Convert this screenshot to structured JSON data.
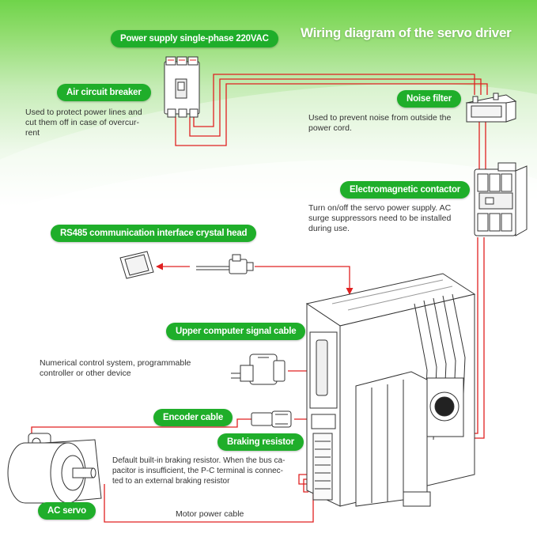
{
  "title": "Wiring diagram of the servo driver",
  "labels": {
    "power_supply": "Power supply single-phase 220VAC",
    "air_breaker": "Air circuit breaker",
    "noise_filter": "Noise filter",
    "contactor": "Electromagnetic contactor",
    "rs485": "RS485 communication interface crystal head",
    "upper_cable": "Upper computer signal cable",
    "encoder_cable": "Encoder cable",
    "braking_resistor": "Braking resistor",
    "ac_servo": "AC servo"
  },
  "descriptions": {
    "air_breaker": [
      "Used to protect power lines and",
      "cut them off in case of overcur-",
      "rent"
    ],
    "noise_filter": [
      "Used to prevent noise from outside the",
      "power cord."
    ],
    "contactor": [
      "Turn on/off the servo power supply. AC",
      "surge suppressors need to be installed",
      "during use."
    ],
    "upper_cable": [
      "Numerical control system, programmable",
      "controller or other device"
    ],
    "braking_resistor": [
      "Default built-in braking resistor. When the bus ca-",
      "pacitor is insufficient, the P-C terminal is connec-",
      "ted to an external braking resistor"
    ],
    "motor_cable": "Motor power cable"
  },
  "colors": {
    "pill": "#1fae2a",
    "wire": "#e02020",
    "outline": "#333333"
  }
}
